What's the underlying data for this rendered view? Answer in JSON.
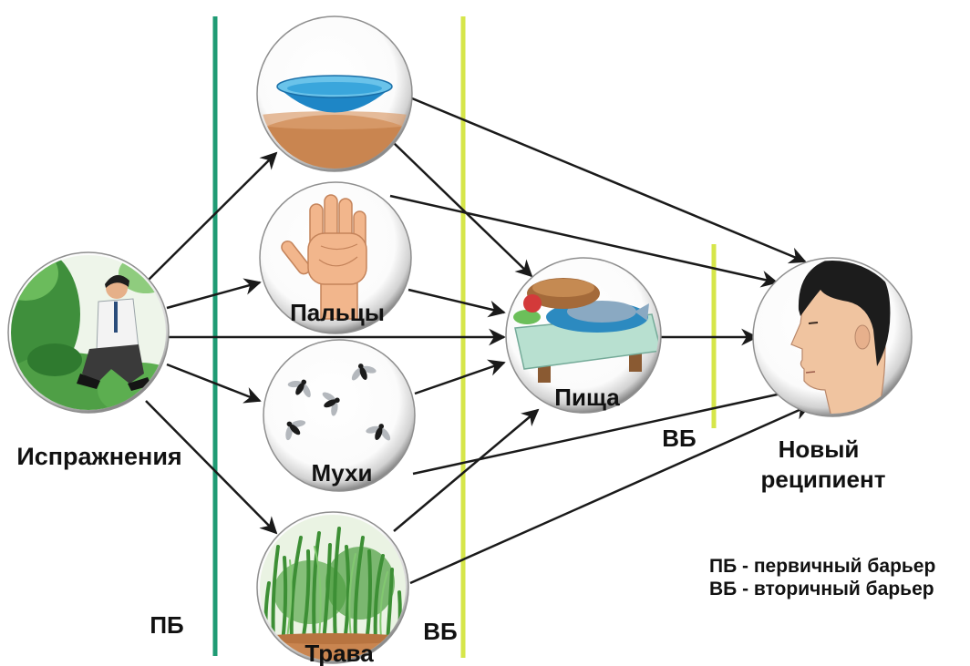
{
  "diagram": {
    "nodes": {
      "source": {
        "label": "Испражнения",
        "icon": "person-squatting-in-bushes-icon"
      },
      "water": {
        "icon": "water-bowl-icon"
      },
      "fingers": {
        "label": "Пальцы",
        "icon": "hand-icon"
      },
      "flies": {
        "label": "Мухи",
        "icon": "fly-icon"
      },
      "grass": {
        "label": "Трава",
        "icon": "grass-icon"
      },
      "food": {
        "label": "Пища",
        "icon": "food-tray-icon"
      },
      "recipient": {
        "label_line1": "Новый",
        "label_line2": "реципиент",
        "icon": "head-profile-icon"
      }
    },
    "barriers": {
      "primary": {
        "label": "ПБ",
        "color": "#1f9b74"
      },
      "secondary": {
        "label": "ВБ",
        "color": "#d6e64a"
      }
    },
    "legend": {
      "primary": "ПБ - первичный барьер",
      "secondary": "ВБ - вторичный барьер"
    },
    "colors": {
      "arrow": "#1a1a1a",
      "text": "#111111"
    }
  }
}
